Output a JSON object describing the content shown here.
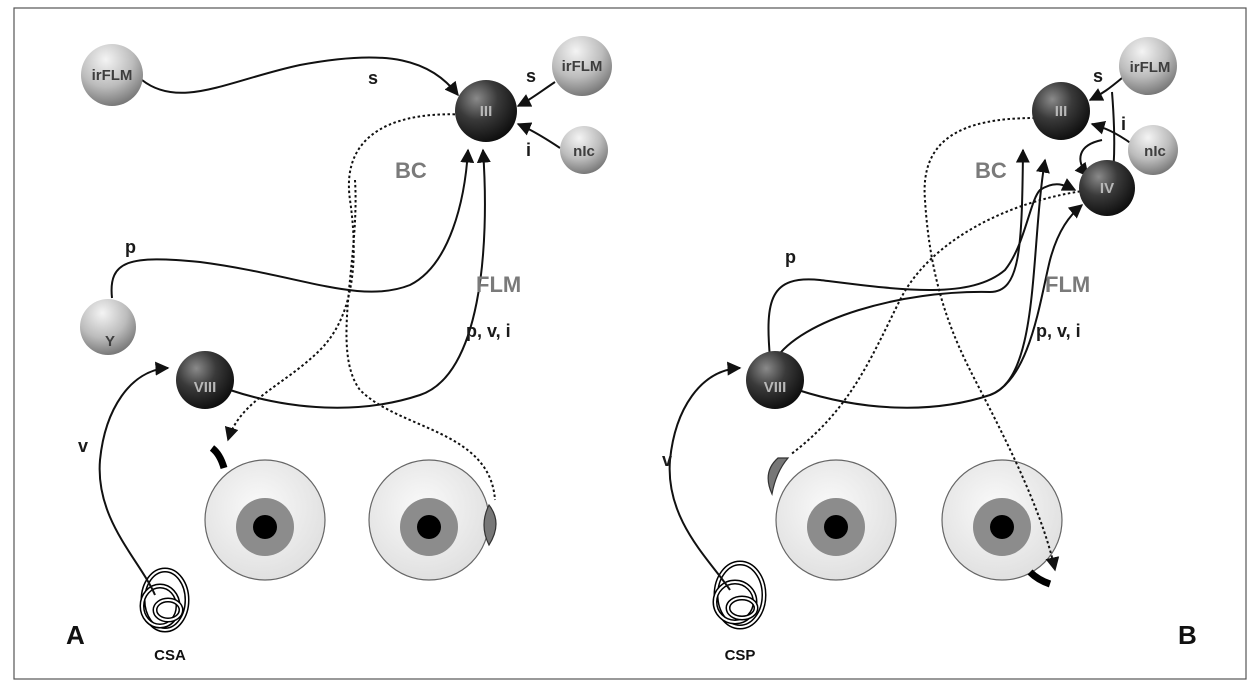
{
  "panels": [
    {
      "letter": "A",
      "canal": "CSA",
      "nodes": {
        "irflm_left": "irFLM",
        "irflm_right": "irFLM",
        "oculomotor": "III",
        "nic": "nIc",
        "y_group": "Y",
        "vestibular": "VIII"
      },
      "labels": {
        "s_left": "s",
        "s_right": "s",
        "i": "i",
        "p": "p",
        "v": "v",
        "bc": "BC",
        "flm": "FLM",
        "flm_components": "p, v, i"
      }
    },
    {
      "letter": "B",
      "canal": "CSP",
      "nodes": {
        "irflm": "irFLM",
        "oculomotor": "III",
        "trochlear": "IV",
        "nic": "nIc",
        "vestibular": "VIII"
      },
      "labels": {
        "s": "s",
        "i": "i",
        "p": "p",
        "v": "v",
        "bc": "BC",
        "flm": "FLM",
        "flm_components": "p, v, i"
      }
    }
  ],
  "colors": {
    "dark_nucleus": "#2a2a2a",
    "light_nucleus": "#bdbdbd",
    "eye": "#efefef",
    "iris": "#8c8c8c",
    "pupil": "#000000",
    "frame": "#555555"
  }
}
